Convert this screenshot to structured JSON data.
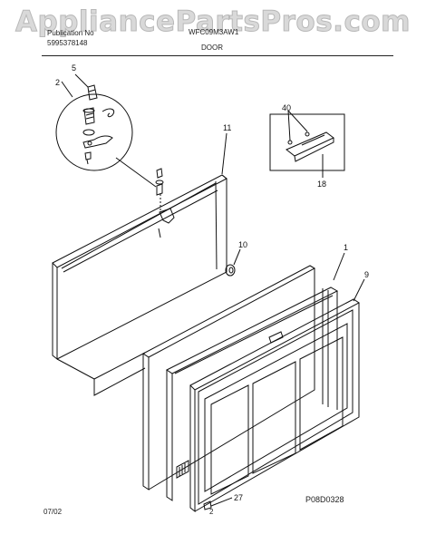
{
  "watermark": "AppliancePartsPros.com",
  "header": {
    "publication_line": "Publication No",
    "publication_number": "5995378148",
    "model_line": "WFC09M3AW1",
    "section_title": "DOOR"
  },
  "footer": {
    "date": "07/02",
    "page": "2",
    "drawing_code": "P08D0328"
  },
  "callouts": {
    "c5": "5",
    "c2": "2",
    "c11": "11",
    "c40": "40",
    "c18": "18",
    "c10": "10",
    "c1": "1",
    "c9": "9",
    "c27": "27"
  }
}
